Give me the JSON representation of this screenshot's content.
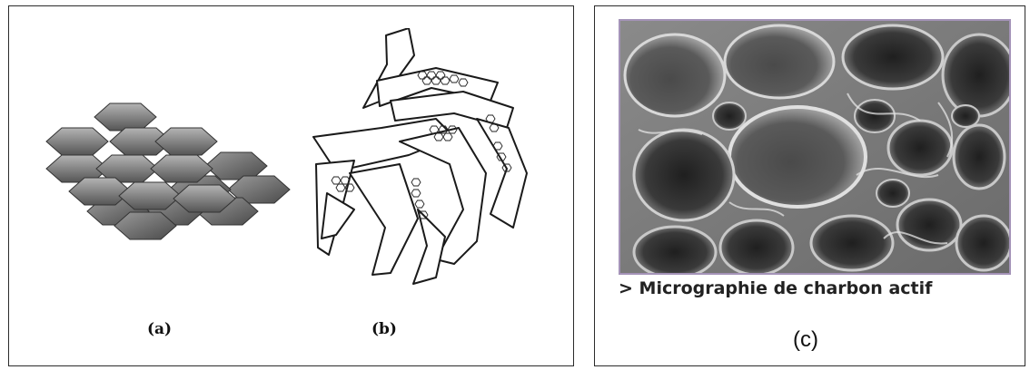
{
  "figure": {
    "panel_a_label": "(a)",
    "panel_b_label": "(b)",
    "panel_c_label": "(c)",
    "caption": "> Micrographie de charbon actif"
  },
  "colors": {
    "border": "#2b2b2b",
    "image_frame": "#a493b8",
    "hexagon_fill_dark": "#555555",
    "hexagon_fill_light": "#aaaaaa"
  },
  "icons": {
    "panel_a": "graphene-hexagon-sheets",
    "panel_b": "turbostratic-carbon-structure",
    "panel_c": "activated-carbon-micrograph"
  }
}
